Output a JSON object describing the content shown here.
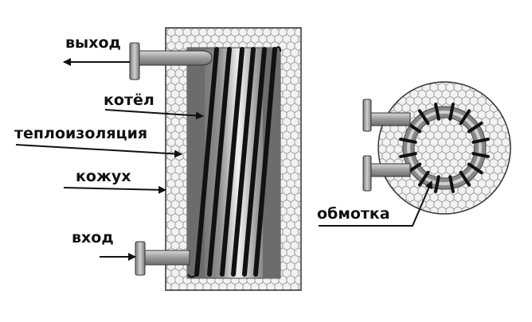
{
  "diagram": {
    "labels": {
      "output": "выход",
      "boiler": "котёл",
      "insulation": "теплоизоляция",
      "casing": "кожух",
      "input": "вход",
      "winding": "обмотка"
    }
  },
  "colors": {
    "insulation_fill": "#f2f2f2",
    "insulation_hex": "#9a9a9a",
    "boiler_dark": "#6a6a6a",
    "boiler_mid": "#a9a9a9",
    "boiler_light": "#ececec",
    "pipe": "#9c9c9c",
    "coil": "#111111"
  }
}
